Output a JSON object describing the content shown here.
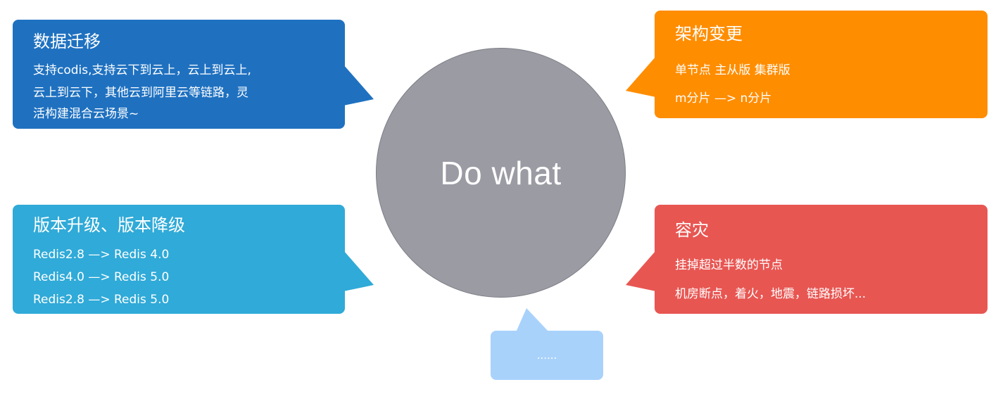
{
  "center": {
    "label": "Do what",
    "color": "#9a9ba3"
  },
  "migration": {
    "color": "#1f71c0",
    "title": "数据迁移",
    "lines": [
      "支持codis,支持云下到云上，云上到云上,",
      "云上到云下，其他云到阿里云等链路，灵",
      "活构建混合云场景~"
    ]
  },
  "version": {
    "color": "#30aad8",
    "title": "版本升级、版本降级",
    "lines": [
      "Redis2.8 —> Redis 4.0",
      "Redis4.0 —> Redis 5.0",
      "Redis2.8 —> Redis 5.0"
    ]
  },
  "arch": {
    "color": "#ff8d00",
    "title": "架构变更",
    "lines": [
      "单节点  主从版 集群版",
      "m分片 —> n分片"
    ]
  },
  "dr": {
    "color": "#e85652",
    "title": "容灾",
    "lines": [
      "挂掉超过半数的节点",
      "机房断点，着火，地震，链路损坏..."
    ]
  },
  "more": {
    "color": "#a9d2fb",
    "text": "......"
  }
}
